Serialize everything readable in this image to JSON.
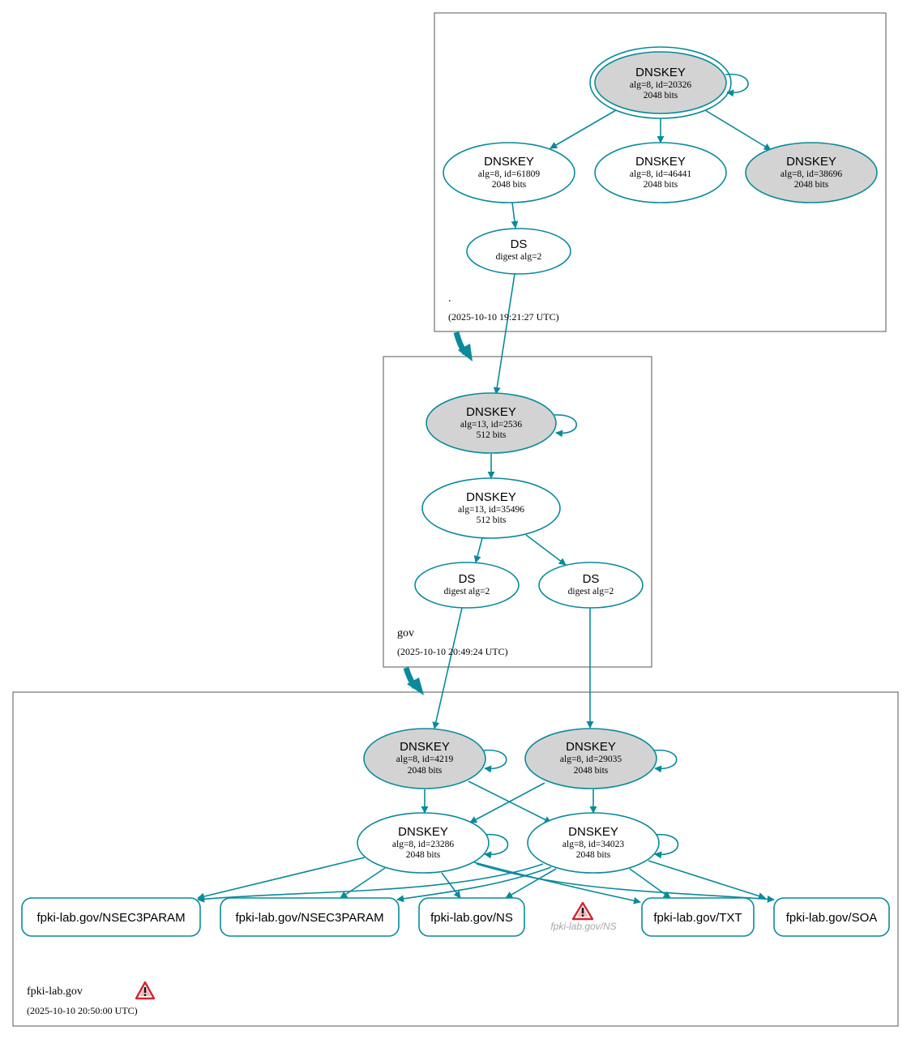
{
  "colors": {
    "edge": "#0a8a9a",
    "node_fill_plain": "#ffffff",
    "node_fill_ksk": "#d3d3d3",
    "warning_red": "#d22630",
    "ghost_text": "#a8a8a8"
  },
  "zones": {
    "root": {
      "name": ".",
      "timestamp": "(2025-10-10 19:21:27 UTC)"
    },
    "gov": {
      "name": "gov",
      "timestamp": "(2025-10-10 20:49:24 UTC)"
    },
    "fpki": {
      "name": "fpki-lab.gov",
      "timestamp": "(2025-10-10 20:50:00 UTC)",
      "icon": "warning-icon"
    }
  },
  "nodes": {
    "root_ksk": {
      "type": "DNSKEY",
      "detail": "alg=8, id=20326",
      "size": "2048 bits"
    },
    "root_zsk1": {
      "type": "DNSKEY",
      "detail": "alg=8, id=61809",
      "size": "2048 bits"
    },
    "root_zsk2": {
      "type": "DNSKEY",
      "detail": "alg=8, id=46441",
      "size": "2048 bits"
    },
    "root_k3": {
      "type": "DNSKEY",
      "detail": "alg=8, id=38696",
      "size": "2048 bits"
    },
    "root_ds": {
      "type": "DS",
      "detail": "digest alg=2"
    },
    "gov_ksk": {
      "type": "DNSKEY",
      "detail": "alg=13, id=2536",
      "size": "512 bits"
    },
    "gov_zsk": {
      "type": "DNSKEY",
      "detail": "alg=13, id=35496",
      "size": "512 bits"
    },
    "gov_ds1": {
      "type": "DS",
      "detail": "digest alg=2"
    },
    "gov_ds2": {
      "type": "DS",
      "detail": "digest alg=2"
    },
    "fpki_ksk1": {
      "type": "DNSKEY",
      "detail": "alg=8, id=4219",
      "size": "2048 bits"
    },
    "fpki_ksk2": {
      "type": "DNSKEY",
      "detail": "alg=8, id=29035",
      "size": "2048 bits"
    },
    "fpki_zsk1": {
      "type": "DNSKEY",
      "detail": "alg=8, id=23286",
      "size": "2048 bits"
    },
    "fpki_zsk2": {
      "type": "DNSKEY",
      "detail": "alg=8, id=34023",
      "size": "2048 bits"
    }
  },
  "records": {
    "nsec3param1": "fpki-lab.gov/NSEC3PARAM",
    "nsec3param2": "fpki-lab.gov/NSEC3PARAM",
    "ns": "fpki-lab.gov/NS",
    "txt": "fpki-lab.gov/TXT",
    "soa": "fpki-lab.gov/SOA",
    "ns_warning": {
      "label": "fpki-lab.gov/NS",
      "icon": "warning-icon"
    }
  }
}
